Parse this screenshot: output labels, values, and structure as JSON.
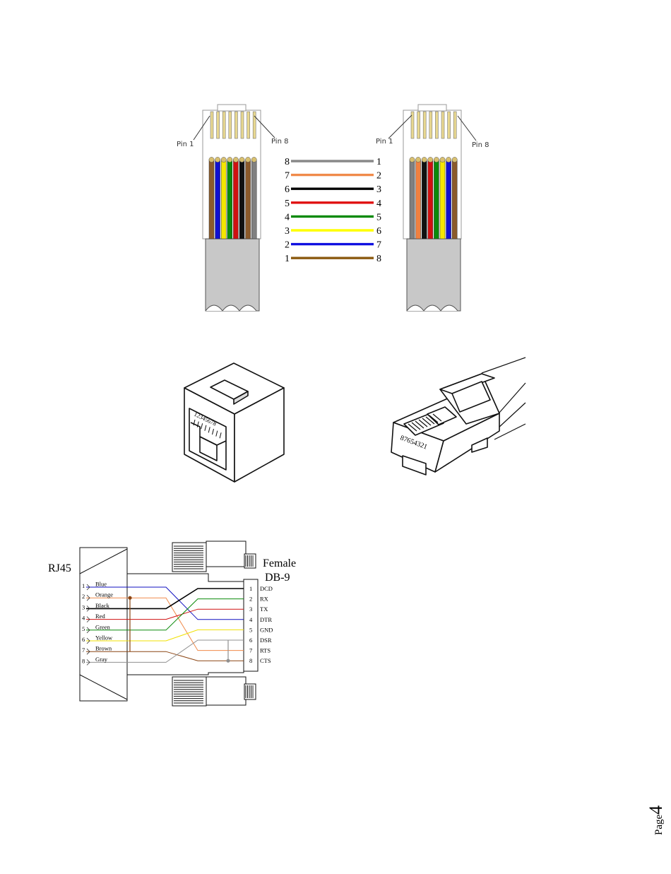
{
  "connector_top": {
    "left": {
      "pin1_label": "Pin 1",
      "pin8_label": "Pin 8",
      "wire_colors": [
        "#8B5A2B",
        "#1010d0",
        "#f5e600",
        "#0a8a0a",
        "#d01010",
        "#111111",
        "#8B5A2B",
        "#808080"
      ]
    },
    "right": {
      "pin1_label": "Pin 1",
      "pin8_label": "Pin 8",
      "wire_colors": [
        "#808080",
        "#f08040",
        "#111111",
        "#d01010",
        "#0a8a0a",
        "#f5e600",
        "#1010d0",
        "#8B5A2B"
      ]
    }
  },
  "crossover_map": [
    {
      "left": "8",
      "right": "1",
      "color": "#888888"
    },
    {
      "left": "7",
      "right": "2",
      "color": "#f08a4a"
    },
    {
      "left": "6",
      "right": "3",
      "color": "#000000"
    },
    {
      "left": "5",
      "right": "4",
      "color": "#e01010"
    },
    {
      "left": "4",
      "right": "5",
      "color": "#0a8a0a"
    },
    {
      "left": "3",
      "right": "6",
      "color": "#ffff00"
    },
    {
      "left": "2",
      "right": "7",
      "color": "#1010e0"
    },
    {
      "left": "1",
      "right": "8",
      "color": "#8B5A10"
    }
  ],
  "plug_label": "87654321",
  "adapter": {
    "rj45_label": "RJ45",
    "db9_label_line1": "Female",
    "db9_label_line2": "DB-9",
    "rj45_pins": [
      {
        "num": "1",
        "name": "Blue",
        "color": "#1010c0"
      },
      {
        "num": "2",
        "name": "Orange",
        "color": "#f08a4a"
      },
      {
        "num": "3",
        "name": "Black",
        "color": "#000000"
      },
      {
        "num": "4",
        "name": "Red",
        "color": "#d01010"
      },
      {
        "num": "5",
        "name": "Green",
        "color": "#0a8a0a"
      },
      {
        "num": "6",
        "name": "Yellow",
        "color": "#f0e000"
      },
      {
        "num": "7",
        "name": "Brown",
        "color": "#8B4513"
      },
      {
        "num": "8",
        "name": "Gray",
        "color": "#909090"
      }
    ],
    "db9_pins": [
      {
        "num": "1",
        "name": "DCD"
      },
      {
        "num": "2",
        "name": "RX"
      },
      {
        "num": "3",
        "name": "TX"
      },
      {
        "num": "4",
        "name": "DTR"
      },
      {
        "num": "5",
        "name": "GND"
      },
      {
        "num": "6",
        "name": "DSR"
      },
      {
        "num": "7",
        "name": "RTS"
      },
      {
        "num": "8",
        "name": "CTS"
      }
    ]
  },
  "page": {
    "word": "Page",
    "number": "4"
  }
}
